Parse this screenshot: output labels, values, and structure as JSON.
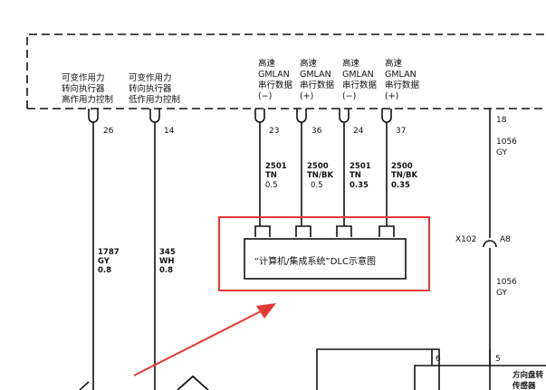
{
  "module_labels": {
    "high_control": [
      "可变作用力",
      "转向执行器",
      "高作用力控制"
    ],
    "low_control": [
      "可变作用力",
      "转向执行器",
      "低作用力控制"
    ],
    "gmlan_1": [
      "高速",
      "GMLAN",
      "串行数据",
      "(−)"
    ],
    "gmlan_2": [
      "高速",
      "GMLAN",
      "串行数据",
      "(+)"
    ],
    "gmlan_3": [
      "高速",
      "GMLAN",
      "串行数据",
      "(−)"
    ],
    "gmlan_4": [
      "高速",
      "GMLAN",
      "串行数据",
      "(+)"
    ]
  },
  "pins": {
    "p26": "26",
    "p14": "14",
    "p23": "23",
    "p36": "36",
    "p24": "24",
    "p37": "37",
    "p18": "18",
    "p6": "6",
    "p5": "5"
  },
  "wires": {
    "w1787": [
      "1787",
      "GY",
      "0.8"
    ],
    "w345": [
      "345",
      "WH",
      "0.8"
    ],
    "w2501a": [
      "2501",
      "TN",
      "0.5"
    ],
    "w2500a": [
      "2500",
      "TN/BK",
      "0.5"
    ],
    "w2501b": [
      "2501",
      "TN",
      "0.35"
    ],
    "w2500b": [
      "2500",
      "TN/BK",
      "0.35"
    ],
    "w1056a": [
      "1056",
      "GY"
    ],
    "w1056b": [
      "1056",
      "GY"
    ]
  },
  "connector": {
    "name": "X102",
    "pin": "A8"
  },
  "dlc_label": "“计算机/集成系统”DLC示意图",
  "sensor_label": [
    "方向盘转",
    "传感器"
  ],
  "colors": {
    "highlight": "#e53935",
    "line": "#111111"
  }
}
